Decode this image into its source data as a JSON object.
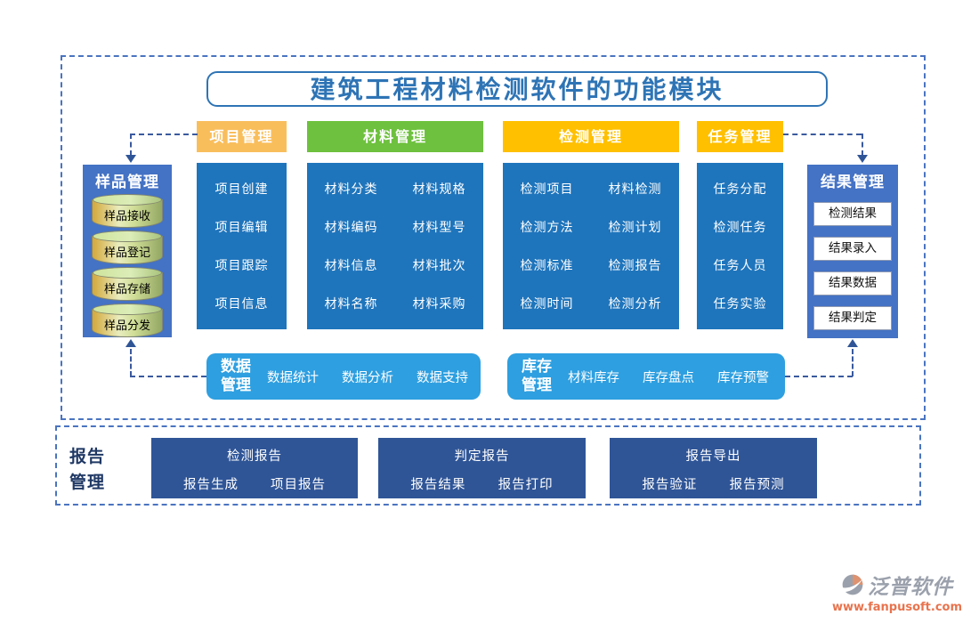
{
  "title": "建筑工程材料检测软件的功能模块",
  "left_panel": {
    "title": "样品管理",
    "items": [
      "样品接收",
      "样品登记",
      "样品存储",
      "样品分发"
    ]
  },
  "right_panel": {
    "title": "结果管理",
    "items": [
      "检测结果",
      "结果录入",
      "结果数据",
      "结果判定"
    ]
  },
  "columns": [
    {
      "header": "项目管理",
      "header_color": "#F9BE5C",
      "items": [
        "项目创建",
        "项目编辑",
        "项目跟踪",
        "项目信息"
      ]
    },
    {
      "header": "材料管理",
      "header_color": "#6EC13E",
      "items": [
        "材料分类",
        "材料规格",
        "材料编码",
        "材料型号",
        "材料信息",
        "材料批次",
        "材料名称",
        "材料采购"
      ]
    },
    {
      "header": "检测管理",
      "header_color": "#FFC000",
      "items": [
        "检测项目",
        "材料检测",
        "检测方法",
        "检测计划",
        "检测标准",
        "检测报告",
        "检测时间",
        "检测分析"
      ]
    },
    {
      "header": "任务管理",
      "header_color": "#FFC000",
      "items": [
        "任务分配",
        "检测任务",
        "任务人员",
        "任务实验"
      ]
    }
  ],
  "middle_bars": [
    {
      "label": "数据管理",
      "items": [
        "数据统计",
        "数据分析",
        "数据支持"
      ]
    },
    {
      "label": "库存管理",
      "items": [
        "材料库存",
        "库存盘点",
        "库存预警"
      ]
    }
  ],
  "report_section": {
    "label": "报告管理",
    "boxes": [
      {
        "title": "检测报告",
        "items": [
          "报告生成",
          "项目报告"
        ]
      },
      {
        "title": "判定报告",
        "items": [
          "报告结果",
          "报告打印"
        ]
      },
      {
        "title": "报告导出",
        "items": [
          "报告验证",
          "报告预测"
        ]
      }
    ]
  },
  "logo": {
    "name": "泛普软件",
    "url": "www.fanpusoft.com"
  },
  "colors": {
    "title_blue": "#2E74B5",
    "column_blue": "#1F75BC",
    "panel_blue": "#4472C4",
    "bar_light_blue": "#2E9FE0",
    "report_navy": "#2F5597",
    "dashed_border_blue": "#4A74C0",
    "logo_orange": "#E8734D"
  }
}
